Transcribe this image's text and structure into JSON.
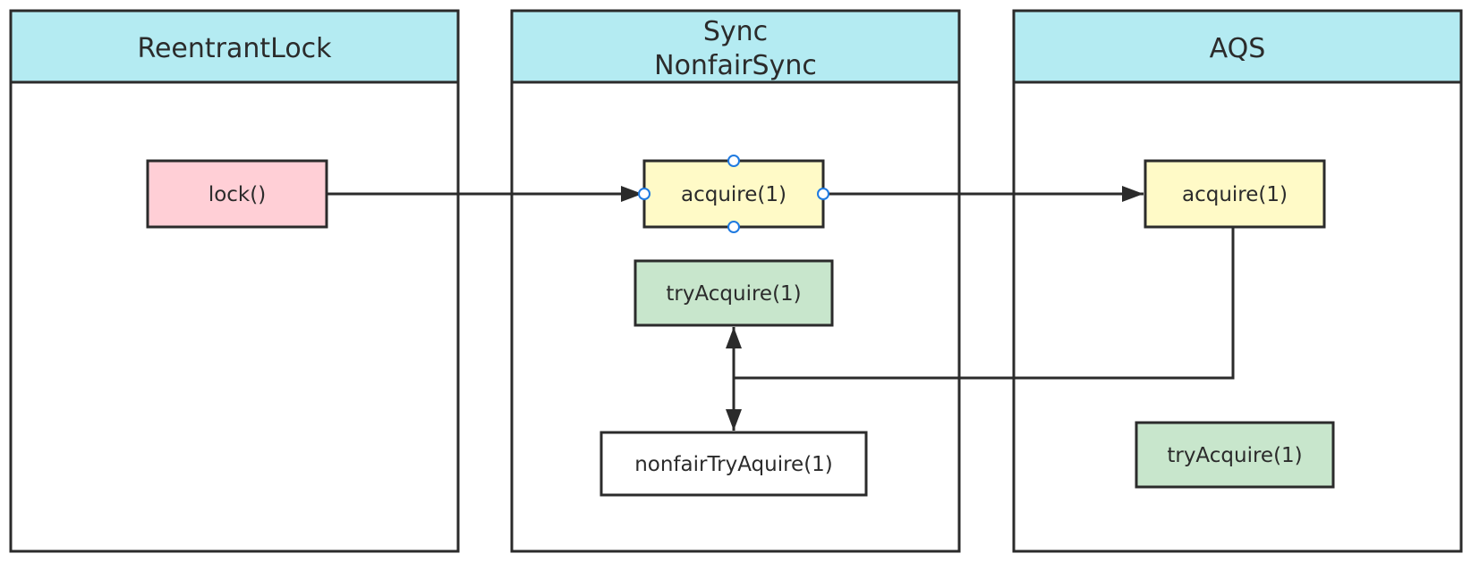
{
  "colors": {
    "header": "#b4ebf2",
    "stroke": "#2b2b2b",
    "lock": "#ffcfd6",
    "acquire": "#fffac7",
    "try": "#c8e6cc",
    "plain": "#ffffff",
    "handle": "#1f7ae0"
  },
  "lanes": [
    {
      "title_lines": [
        "ReentrantLock"
      ]
    },
    {
      "title_lines": [
        "Sync",
        "NonfairSync"
      ]
    },
    {
      "title_lines": [
        "AQS"
      ]
    }
  ],
  "nodes": {
    "lock": {
      "label": "lock()"
    },
    "sync_acquire": {
      "label": "acquire(1)"
    },
    "sync_try_acquire": {
      "label": "tryAcquire(1)"
    },
    "nonfair_try_aquire": {
      "label": "nonfairTryAquire(1)"
    },
    "aqs_acquire": {
      "label": "acquire(1)"
    },
    "aqs_try_acquire": {
      "label": "tryAcquire(1)"
    }
  },
  "edges": [
    {
      "from": "lock",
      "to": "sync_acquire"
    },
    {
      "from": "sync_acquire",
      "to": "aqs_acquire"
    },
    {
      "from": "aqs_acquire",
      "to": "sync_try_acquire"
    },
    {
      "from": "aqs_acquire",
      "to": "nonfair_try_aquire"
    }
  ]
}
